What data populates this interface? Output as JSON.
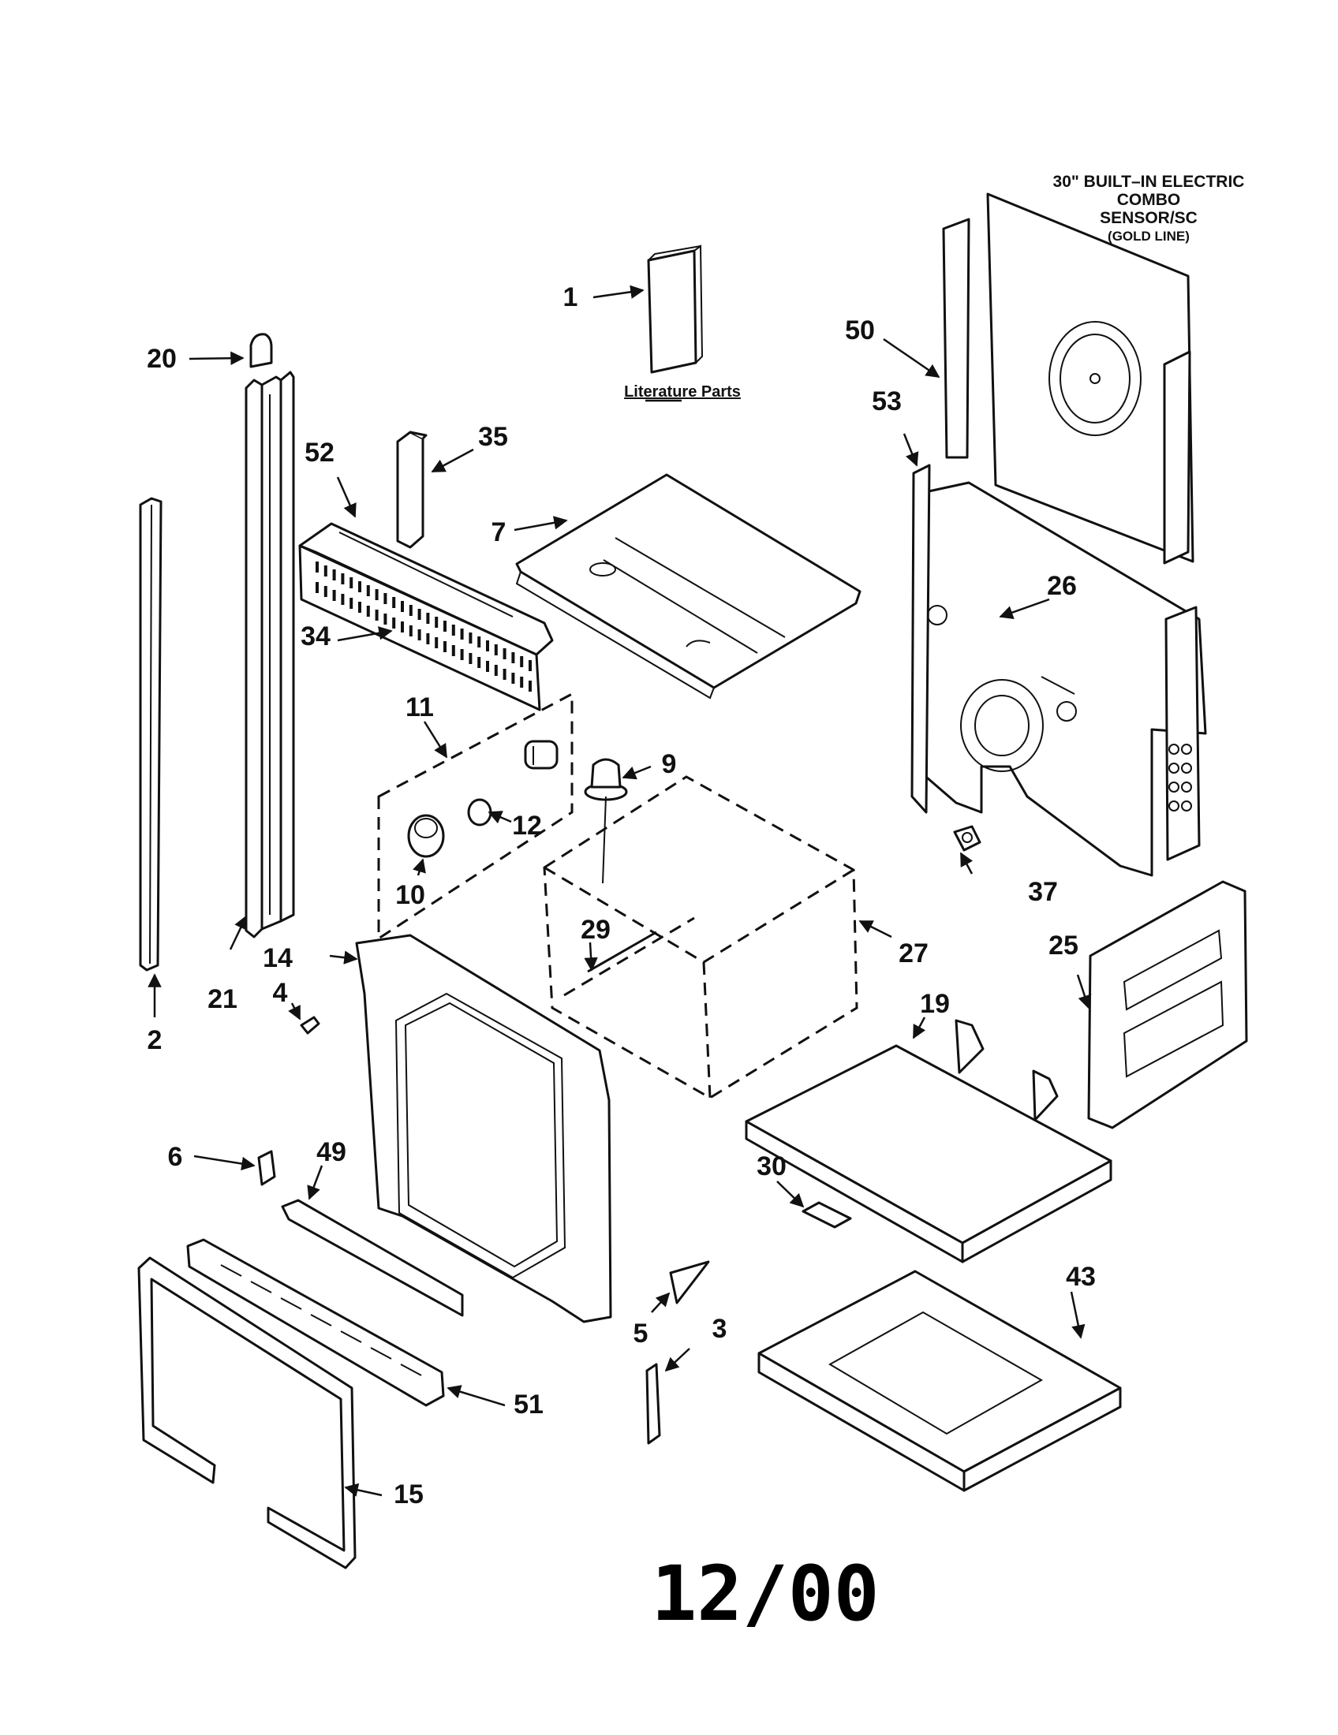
{
  "title": {
    "line1": "30\" BUILT–IN ELECTRIC",
    "line2": "COMBO",
    "line3": "SENSOR/SC",
    "line4": "(GOLD LINE)"
  },
  "literature_label": "Literature Parts",
  "date_code": "12/00",
  "callouts": {
    "p1": "1",
    "p2": "2",
    "p3": "3",
    "p4": "4",
    "p5": "5",
    "p6": "6",
    "p7": "7",
    "p9": "9",
    "p10": "10",
    "p11": "11",
    "p12": "12",
    "p14": "14",
    "p15": "15",
    "p19": "19",
    "p20": "20",
    "p21": "21",
    "p25": "25",
    "p26": "26",
    "p27": "27",
    "p29": "29",
    "p30": "30",
    "p34": "34",
    "p35": "35",
    "p37": "37",
    "p43": "43",
    "p49": "49",
    "p50": "50",
    "p51": "51",
    "p52": "52",
    "p53": "53"
  }
}
